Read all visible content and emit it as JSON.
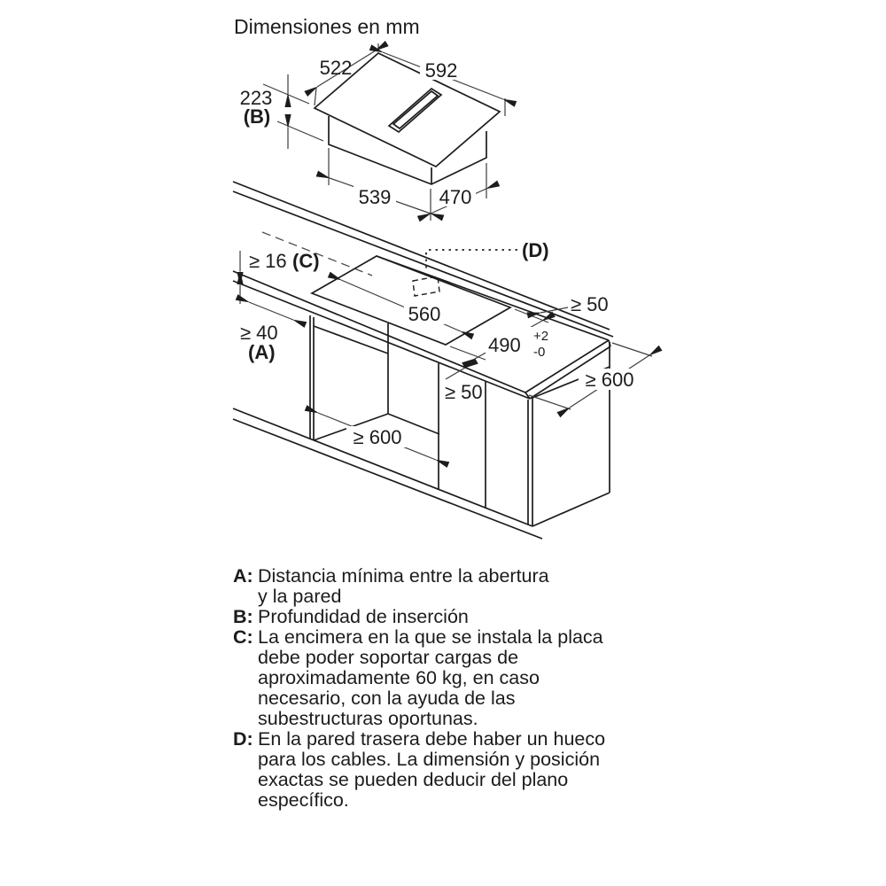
{
  "title": "Dimensiones en mm",
  "colors": {
    "ink": "#1c1c1c",
    "dim_line": "#3d3d3d",
    "background": "#ffffff"
  },
  "top_view": {
    "width_top_left": "522",
    "width_top_right": "592",
    "insertion_depth": "223",
    "insertion_label": "(B)",
    "width_bottom_left": "539",
    "depth_bottom_right": "470"
  },
  "installation_view": {
    "worktop_thickness": "≥ 16",
    "worktop_thickness_label": "(C)",
    "wall_distance": "≥ 40",
    "wall_distance_label": "(A)",
    "cutout_width": "560",
    "cutout_depth": "490",
    "cutout_depth_tol_plus": "+2",
    "cutout_depth_tol_minus": "-0",
    "clearance_back": "≥ 50",
    "clearance_front": "≥ 50",
    "worktop_depth": "≥ 600",
    "cabinet_width": "≥ 600",
    "cable_hole_label": "(D)"
  },
  "legend": {
    "rows": [
      {
        "letter": "A:",
        "text": "Distancia mínima entre la abertura"
      },
      {
        "letter": "",
        "text": "y la pared"
      },
      {
        "letter": "B:",
        "text": "Profundidad de inserción"
      },
      {
        "letter": "C:",
        "text": "La encimera en la que se instala la placa"
      },
      {
        "letter": "",
        "text": "debe poder soportar cargas de"
      },
      {
        "letter": "",
        "text": "aproximadamente 60 kg, en caso"
      },
      {
        "letter": "",
        "text": "necesario, con la ayuda de las"
      },
      {
        "letter": "",
        "text": "subestructuras oportunas."
      },
      {
        "letter": "D:",
        "text": "En la pared trasera debe haber un hueco"
      },
      {
        "letter": "",
        "text": "para los cables. La dimensión y posición"
      },
      {
        "letter": "",
        "text": "exactas se pueden deducir del plano"
      },
      {
        "letter": "",
        "text": "específico."
      }
    ]
  }
}
